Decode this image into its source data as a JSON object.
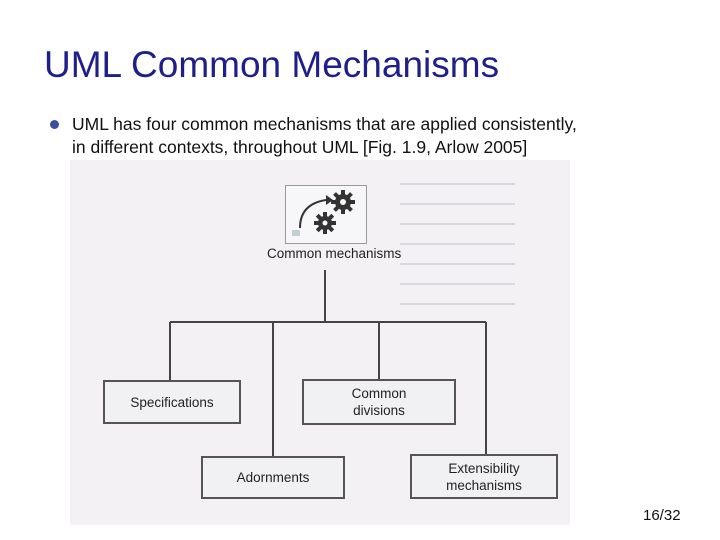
{
  "slide": {
    "title": "UML Common Mechanisms",
    "bullet_line1": "UML has four common mechanisms that are applied consistently,",
    "bullet_line2": "in different contexts, throughout UML [Fig. 1.9, Arlow  2005]",
    "page_number": "16/32"
  },
  "diagram": {
    "root_label": "Common mechanisms",
    "icon": "gears-icon",
    "children": {
      "specifications": "Specifications",
      "common_divisions_line1": "Common",
      "common_divisions_line2": "divisions",
      "adornments": "Adornments",
      "extensibility_line1": "Extensibility",
      "extensibility_line2": "mechanisms"
    }
  },
  "colors": {
    "title": "#1f1f8c",
    "bullet": "#3a4fa0",
    "node_border": "#555555",
    "node_fill": "#f1f1f3",
    "gear": "#333333"
  }
}
